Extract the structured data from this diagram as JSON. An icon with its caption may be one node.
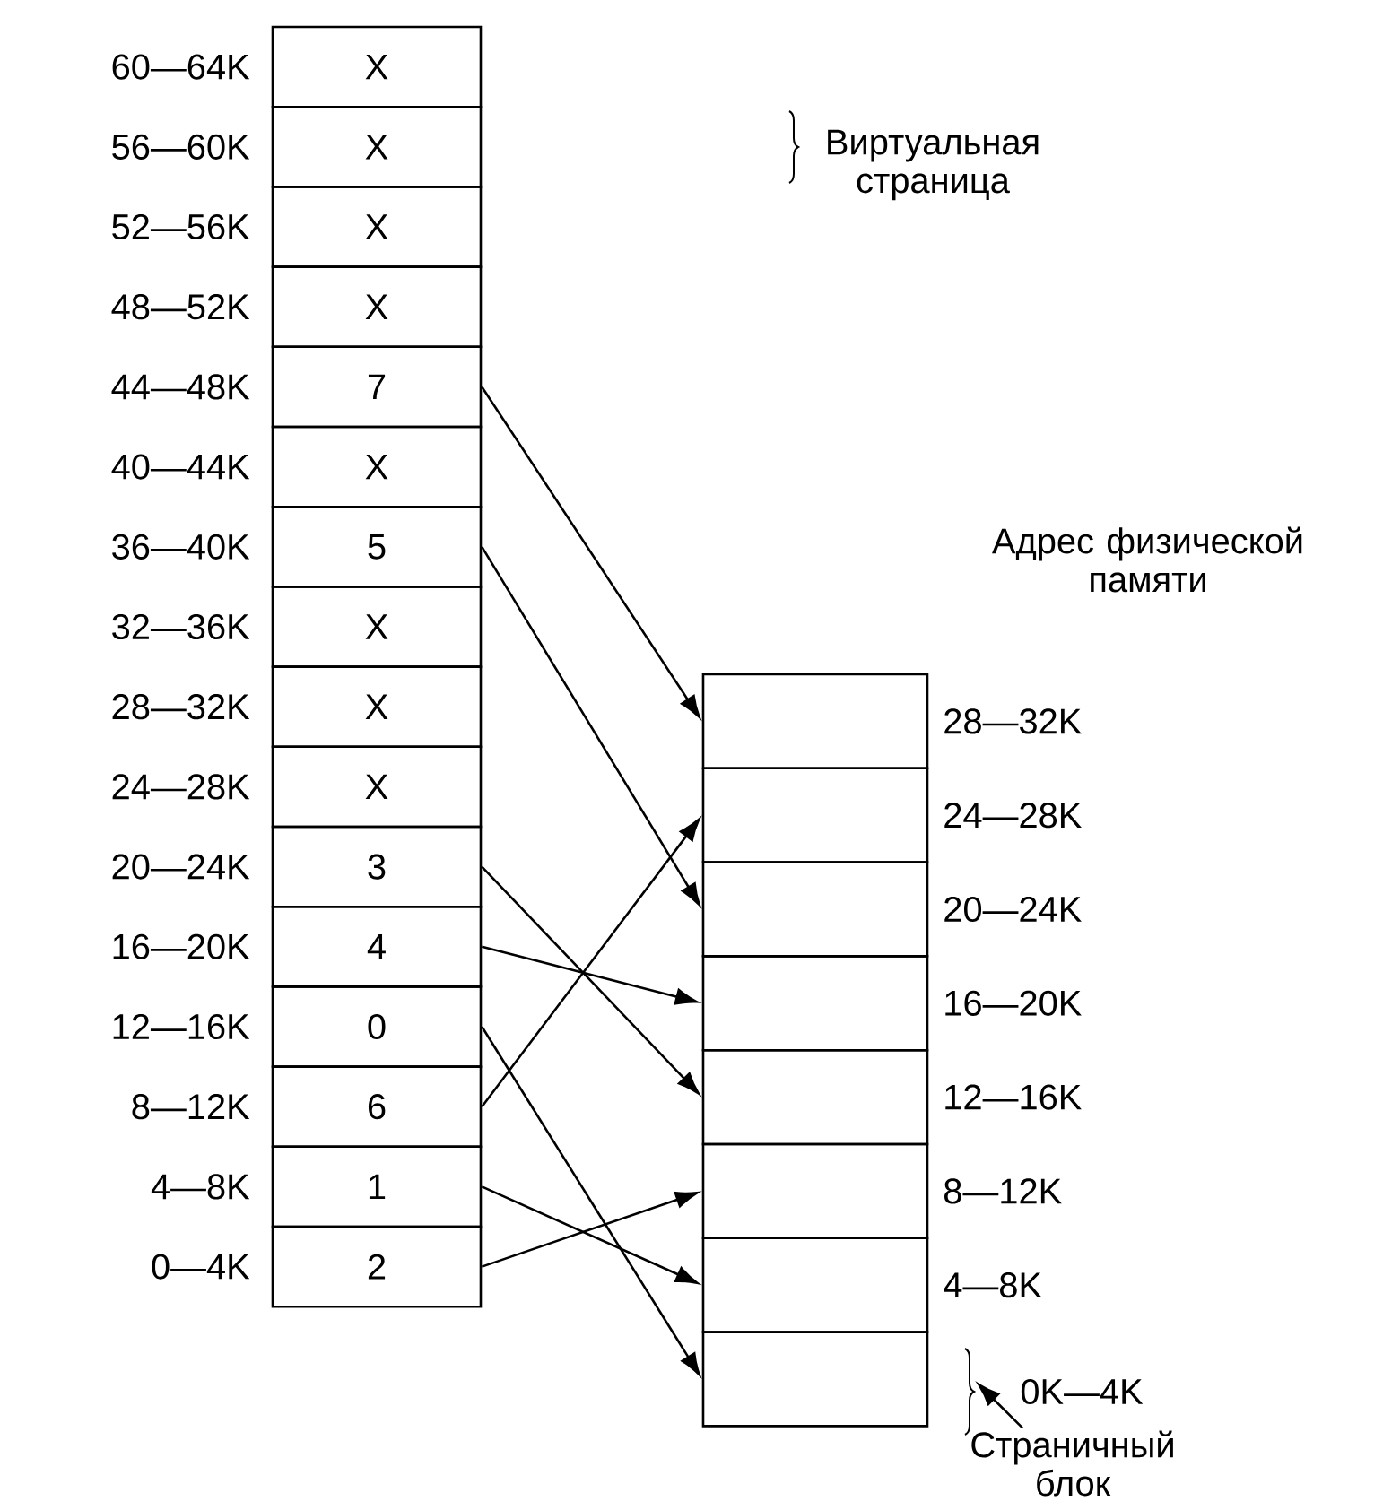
{
  "diagram": {
    "nodes": [
      {
        "text": [
          "X"
        ],
        "beside": [
          "60—64K"
        ]
      },
      {
        "text": [
          "X"
        ],
        "beside": [
          "56—60K"
        ]
      },
      {
        "text": [
          "X"
        ],
        "beside": [
          "52—56K"
        ]
      },
      {
        "text": [
          "X"
        ],
        "beside": [
          "48—52K"
        ]
      },
      {
        "text": [
          "7"
        ],
        "beside": [
          "44—48K"
        ]
      },
      {
        "text": [
          "X"
        ],
        "beside": [
          "40—44K"
        ]
      },
      {
        "text": [
          "5"
        ],
        "beside": [
          "36—40K"
        ]
      },
      {
        "text": [
          "X"
        ],
        "beside": [
          "32—36K"
        ]
      },
      {
        "text": [
          "X"
        ],
        "beside": [
          "28—32K"
        ]
      },
      {
        "text": [
          "X"
        ],
        "beside": [
          "24—28K"
        ]
      },
      {
        "text": [
          "3"
        ],
        "beside": [
          "20—24K"
        ]
      },
      {
        "text": [
          "4"
        ],
        "beside": [
          "16—20K"
        ]
      },
      {
        "text": [
          "0"
        ],
        "beside": [
          "12—16K"
        ]
      },
      {
        "text": [
          "6"
        ],
        "beside": [
          "8—12K"
        ]
      },
      {
        "text": [
          "1"
        ],
        "beside": [
          "4—8K"
        ]
      },
      {
        "text": [
          "2"
        ],
        "beside": [
          "0—4K"
        ]
      },
      {
        "text": [],
        "shape": "box",
        "beside": [
          "28—32K"
        ]
      },
      {
        "text": [],
        "shape": "box",
        "beside": [
          "24—28K"
        ]
      },
      {
        "text": [],
        "shape": "box",
        "beside": [
          "20—24K"
        ]
      },
      {
        "text": [],
        "shape": "box",
        "beside": [
          "16—20K"
        ]
      },
      {
        "text": [],
        "shape": "box",
        "beside": [
          "12—16K"
        ]
      },
      {
        "text": [],
        "shape": "box",
        "beside": [
          "8—12K"
        ]
      },
      {
        "text": [],
        "shape": "box",
        "beside": [
          "4—8K"
        ]
      },
      {
        "text": [],
        "shape": "box"
      },
      {
        "text": [
          "Страничный блок"
        ]
      },
      {
        "text": [],
        "shape": "brace"
      }
    ],
    "edges": [
      {
        "from": 4,
        "to": 16,
        "arrow": "to"
      },
      {
        "from": 6,
        "to": 18,
        "arrow": "to"
      },
      {
        "from": 10,
        "to": 20,
        "arrow": "to"
      },
      {
        "from": 11,
        "to": 19,
        "arrow": "to"
      },
      {
        "from": 12,
        "to": 23,
        "arrow": "to"
      },
      {
        "from": 13,
        "to": 17,
        "arrow": "to"
      },
      {
        "from": 14,
        "to": 22,
        "arrow": "to"
      },
      {
        "from": 15,
        "to": 21,
        "arrow": "to"
      },
      {
        "from": 24,
        "to": 25,
        "arrow": "to"
      }
    ],
    "labels": [
      "Виртуальная страница",
      "Адрес физической памяти",
      "0K—4K"
    ]
  }
}
